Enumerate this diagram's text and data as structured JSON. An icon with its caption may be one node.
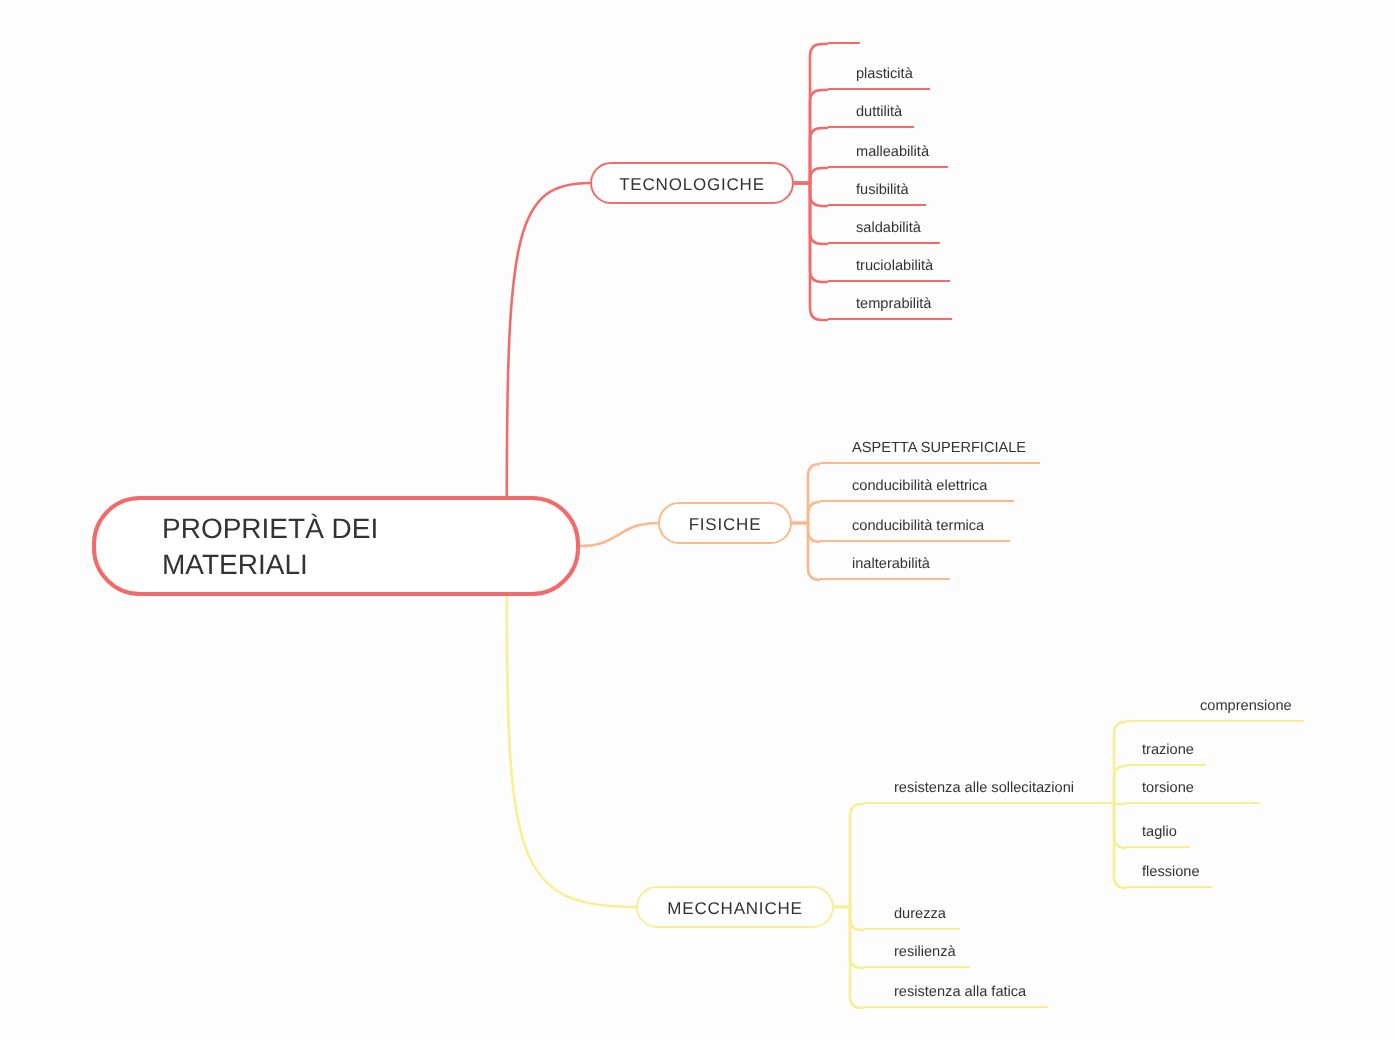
{
  "diagram": {
    "nodes": [
      {
        "text": [
          "PROPRIETÀ DEI MATERIALI"
        ]
      },
      {
        "text": [
          "TECNOLOGICHE"
        ]
      },
      {
        "text": [],
        "shape": "line"
      },
      {
        "text": [
          "plasticità"
        ]
      },
      {
        "text": [
          "duttilità"
        ]
      },
      {
        "text": [
          "malleabilità"
        ]
      },
      {
        "text": [
          "fusibilità"
        ]
      },
      {
        "text": [
          "saldabilità"
        ]
      },
      {
        "text": [
          "truciolabilità"
        ]
      },
      {
        "text": [
          "temprabilità"
        ]
      },
      {
        "text": [
          "FISICHE"
        ]
      },
      {
        "text": [
          "ASPETTA SUPERFICIALE"
        ]
      },
      {
        "text": [
          "conducibilità elettrica"
        ]
      },
      {
        "text": [
          "conducibilità termica"
        ]
      },
      {
        "text": [
          "inalterabilità"
        ]
      },
      {
        "text": [
          "MECCHANICHE"
        ]
      },
      {
        "text": [
          "resistenza alle sollecitazioni"
        ]
      },
      {
        "text": [
          "comprensione"
        ]
      },
      {
        "text": [
          "trazione"
        ]
      },
      {
        "text": [
          "torsione"
        ]
      },
      {
        "text": [
          "taglio"
        ]
      },
      {
        "text": [
          "flessione"
        ]
      },
      {
        "text": [
          "durezza"
        ]
      },
      {
        "text": [
          "resilienzà"
        ]
      },
      {
        "text": [
          "resistenza alla fatica"
        ]
      }
    ],
    "edges": [
      {
        "from": 0,
        "to": 1,
        "arrow": "none",
        "color": "#f26b6b"
      },
      {
        "from": 1,
        "to": 2,
        "arrow": "none",
        "color": "#f26b6b"
      },
      {
        "from": 1,
        "to": 3,
        "arrow": "none",
        "color": "#f26b6b"
      },
      {
        "from": 1,
        "to": 4,
        "arrow": "none",
        "color": "#f26b6b"
      },
      {
        "from": 1,
        "to": 5,
        "arrow": "none",
        "color": "#f26b6b"
      },
      {
        "from": 1,
        "to": 6,
        "arrow": "none",
        "color": "#f26b6b"
      },
      {
        "from": 1,
        "to": 7,
        "arrow": "none",
        "color": "#f26b6b"
      },
      {
        "from": 1,
        "to": 8,
        "arrow": "none",
        "color": "#f26b6b"
      },
      {
        "from": 1,
        "to": 9,
        "arrow": "none",
        "color": "#f26b6b"
      },
      {
        "from": 0,
        "to": 10,
        "arrow": "none",
        "color": "#fcb88a"
      },
      {
        "from": 10,
        "to": 11,
        "arrow": "none",
        "color": "#fcb88a"
      },
      {
        "from": 10,
        "to": 12,
        "arrow": "none",
        "color": "#fcb88a"
      },
      {
        "from": 10,
        "to": 13,
        "arrow": "none",
        "color": "#fcb88a"
      },
      {
        "from": 10,
        "to": 14,
        "arrow": "none",
        "color": "#fcb88a"
      },
      {
        "from": 0,
        "to": 15,
        "arrow": "none"
      },
      {
        "from": 15,
        "to": 16,
        "arrow": "none"
      },
      {
        "from": 16,
        "to": 17,
        "arrow": "none"
      },
      {
        "from": 16,
        "to": 18,
        "arrow": "none"
      },
      {
        "from": 16,
        "to": 19,
        "arrow": "none"
      },
      {
        "from": 16,
        "to": 20,
        "arrow": "none"
      },
      {
        "from": 16,
        "to": 21,
        "arrow": "none"
      },
      {
        "from": 15,
        "to": 22,
        "arrow": "none"
      },
      {
        "from": 15,
        "to": 23,
        "arrow": "none"
      },
      {
        "from": 15,
        "to": 24,
        "arrow": "none"
      }
    ]
  }
}
